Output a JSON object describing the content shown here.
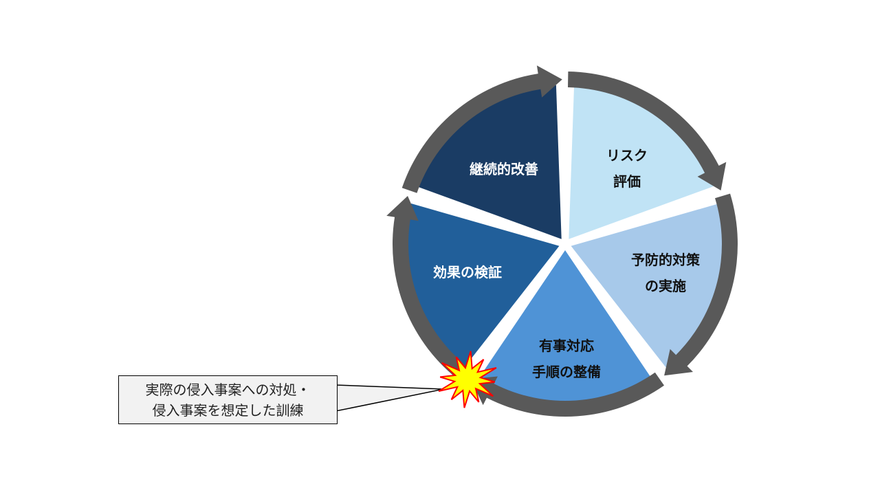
{
  "cycle": {
    "steps": [
      {
        "lines": [
          "リスク",
          "評価"
        ],
        "color": "#C0E3F5"
      },
      {
        "lines": [
          "予防的対策",
          "の実施"
        ],
        "color": "#A7C9EA"
      },
      {
        "lines": [
          "有事対応",
          "手順の整備"
        ],
        "color": "#4F93D6"
      },
      {
        "lines": [
          "効果の検証"
        ],
        "color": "#215F9A"
      },
      {
        "lines": [
          "継続的改善"
        ],
        "color": "#1A3C64"
      }
    ],
    "arrow_color": "#595959"
  },
  "callout": {
    "lines": [
      "実際の侵入事案への対処・",
      "侵入事案を想定した訓練"
    ],
    "burst_fill": "#FFFF00",
    "burst_stroke": "#FF0000"
  }
}
